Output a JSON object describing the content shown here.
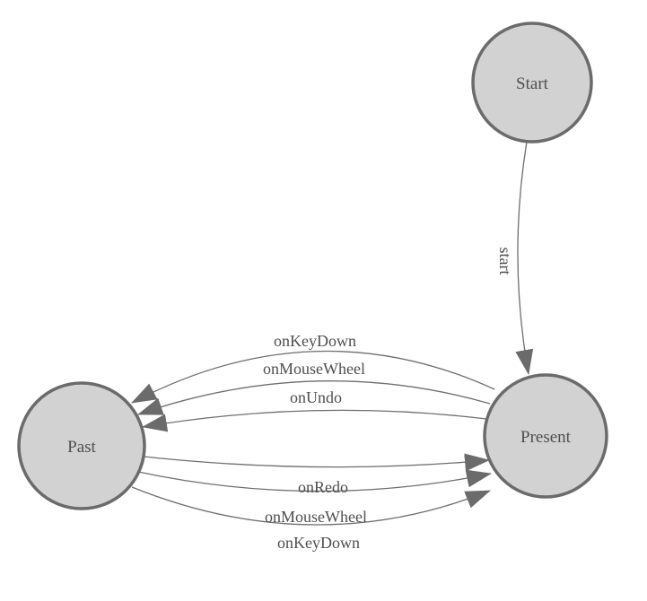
{
  "diagram": {
    "type": "state-machine",
    "colors": {
      "background": "#ffffff",
      "node_fill": "#d2d2d2",
      "node_stroke": "#6b6b6b",
      "edge_stroke": "#6e6e6e",
      "label_text": "#4f4f4f"
    },
    "nodes": [
      {
        "id": "start",
        "label": "Start"
      },
      {
        "id": "present",
        "label": "Present"
      },
      {
        "id": "past",
        "label": "Past"
      }
    ],
    "edges": [
      {
        "from": "Start",
        "to": "Present",
        "label": "start"
      },
      {
        "from": "Present",
        "to": "Past",
        "label": "onKeyDown"
      },
      {
        "from": "Present",
        "to": "Past",
        "label": "onMouseWheel"
      },
      {
        "from": "Present",
        "to": "Past",
        "label": "onUndo"
      },
      {
        "from": "Past",
        "to": "Present",
        "label": "onRedo"
      },
      {
        "from": "Past",
        "to": "Present",
        "label": "onMouseWheel"
      },
      {
        "from": "Past",
        "to": "Present",
        "label": "onKeyDown"
      }
    ]
  }
}
